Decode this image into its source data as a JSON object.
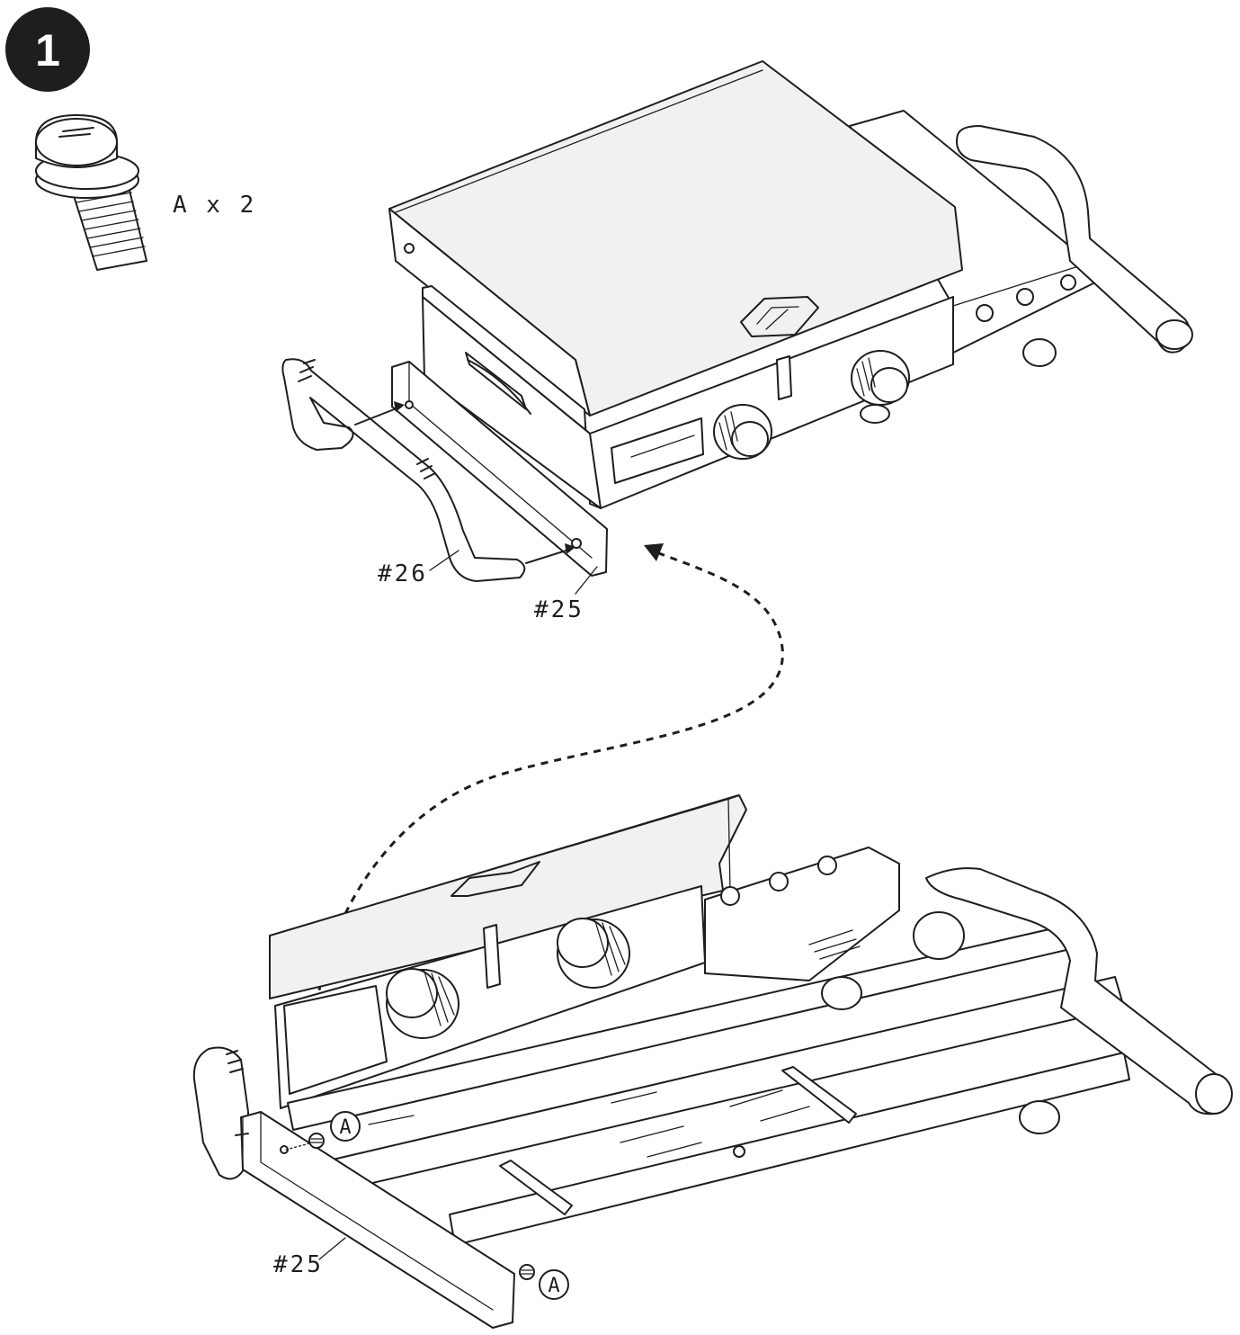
{
  "step": {
    "number": "1"
  },
  "hardware": {
    "quantity_label": "A x 2"
  },
  "callouts": {
    "top_handle": "#26",
    "top_bracket": "#25",
    "bottom_bracket": "#25",
    "screw_marker_1": "A",
    "screw_marker_2": "A"
  },
  "colors": {
    "ink": "#1e1e1e",
    "badge": "#1e1e1e",
    "paper": "#ffffff"
  }
}
